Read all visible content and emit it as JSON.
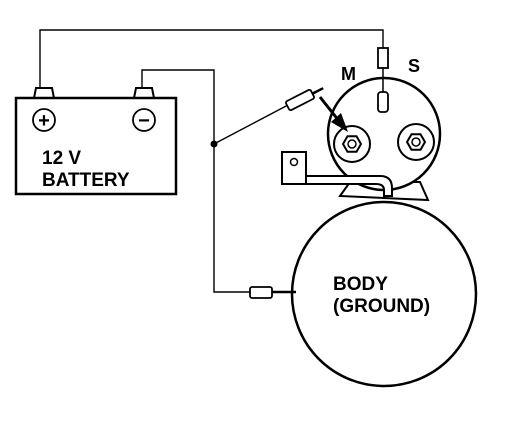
{
  "battery": {
    "line1": "12 V",
    "line2": "BATTERY",
    "positive_symbol": "+",
    "negative_symbol": "−"
  },
  "solenoid": {
    "terminal_m": "M",
    "terminal_s": "S"
  },
  "motor": {
    "line1": "BODY",
    "line2": "(GROUND)"
  },
  "colors": {
    "ink": "#000000",
    "paper": "#ffffff"
  }
}
